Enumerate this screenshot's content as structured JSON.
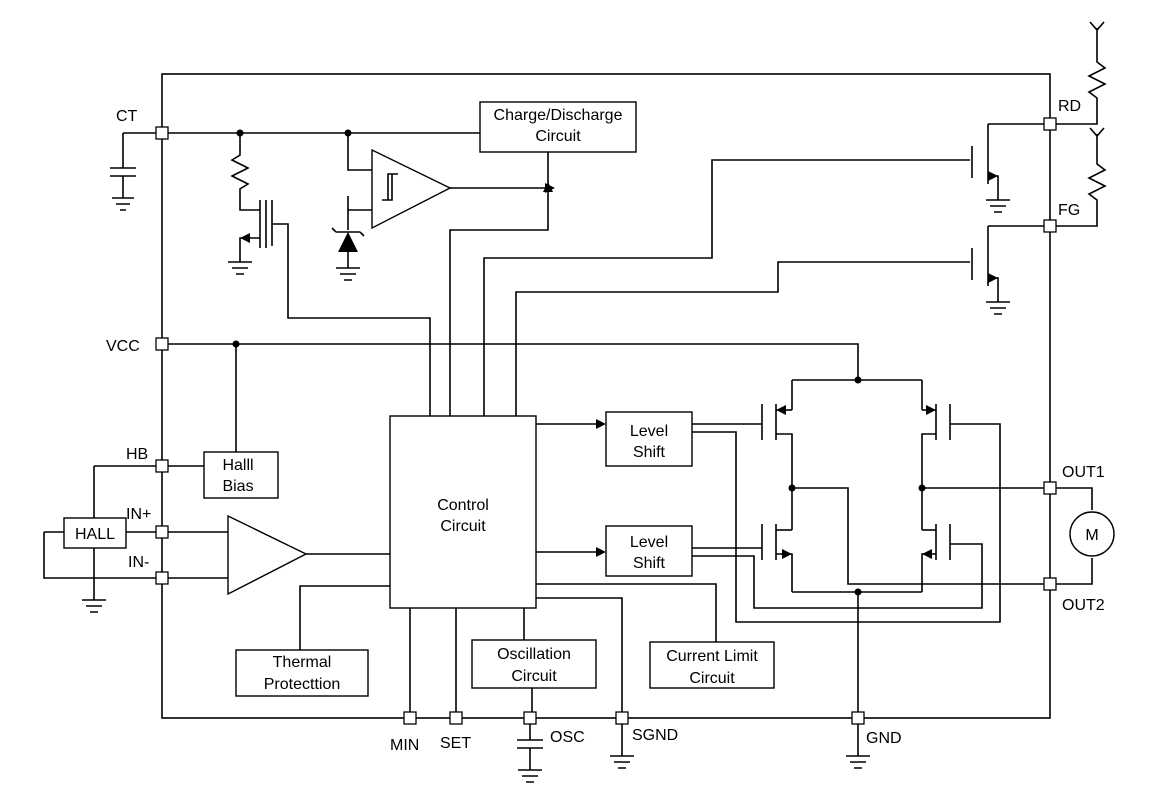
{
  "pins": {
    "ct": "CT",
    "vcc": "VCC",
    "hb": "HB",
    "in_plus": "IN+",
    "in_minus": "IN-",
    "rd": "RD",
    "fg": "FG",
    "out1": "OUT1",
    "out2": "OUT2",
    "min": "MIN",
    "set": "SET",
    "osc": "OSC",
    "sgnd": "SGND",
    "gnd": "GND"
  },
  "blocks": {
    "charge_discharge": [
      "Charge/Discharge",
      "Circuit"
    ],
    "control": [
      "Control",
      "Circuit"
    ],
    "hall_bias": [
      "Halll",
      "Bias"
    ],
    "hall": "HALL",
    "level_shift_top": [
      "Level",
      "Shift"
    ],
    "level_shift_bottom": [
      "Level",
      "Shift"
    ],
    "thermal": [
      "Thermal",
      "Protecttion"
    ],
    "oscillation": [
      "Oscillation",
      "Circuit"
    ],
    "current_limit": [
      "Current Limit",
      "Circuit"
    ],
    "motor": "M"
  }
}
